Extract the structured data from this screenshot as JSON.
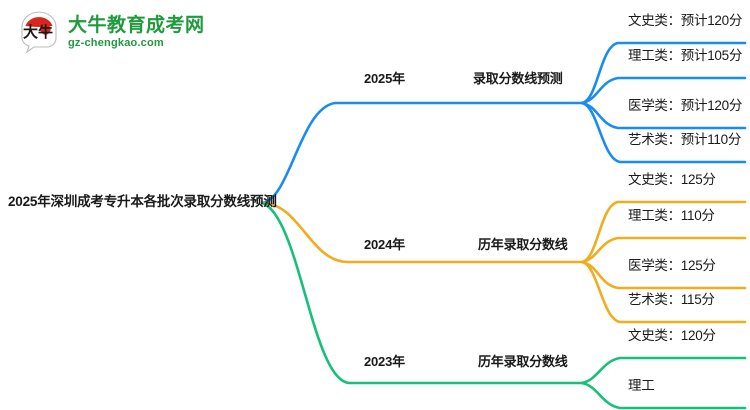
{
  "logo": {
    "mark_text": "大牛",
    "name_cn": "大牛教育成考网",
    "name_en": "gz-chengkao.com",
    "brand_green": "#1f9a3c",
    "brand_red": "#d9251d"
  },
  "mindmap": {
    "root": {
      "label": "2025年深圳成考专升本各批次录取分数线预测"
    },
    "branches": [
      {
        "color": "#1a8cf0",
        "year": "2025年",
        "category": "录取分数线预测",
        "leaves": [
          "文史类：预计120分",
          "理工类：预计105分",
          "医学类：预计120分",
          "艺术类：预计110分"
        ]
      },
      {
        "color": "#f0ad1e",
        "year": "2024年",
        "category": "历年录取分数线",
        "leaves": [
          "文史类：125分",
          "理工类：110分",
          "医学类：125分",
          "艺术类：115分"
        ]
      },
      {
        "color": "#16c07a",
        "year": "2023年",
        "category": "历年录取分数线",
        "leaves": [
          "文史类：120分",
          "理工"
        ]
      }
    ]
  }
}
